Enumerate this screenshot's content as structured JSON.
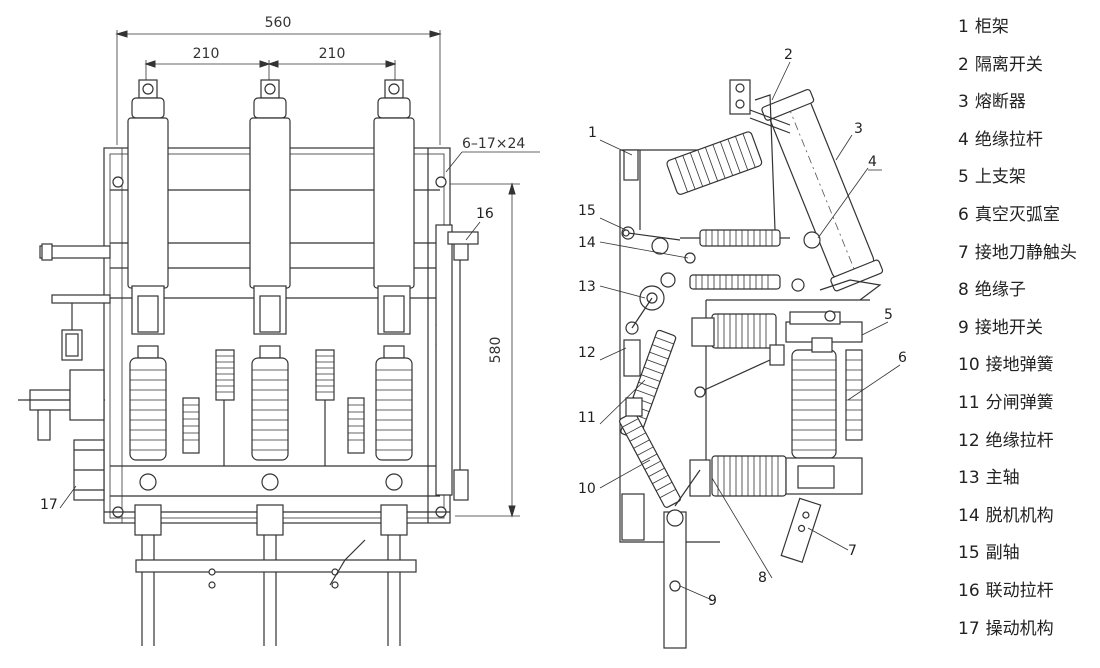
{
  "dimensions": {
    "overall_width": "560",
    "phase_spacing_left": "210",
    "phase_spacing_right": "210",
    "height": "580",
    "mounting_holes": "6–17×24"
  },
  "callouts": [
    "1",
    "2",
    "3",
    "4",
    "5",
    "6",
    "7",
    "8",
    "9",
    "10",
    "11",
    "12",
    "13",
    "14",
    "15",
    "16",
    "17"
  ],
  "legend": [
    {
      "num": "1",
      "label": "柜架"
    },
    {
      "num": "2",
      "label": "隔离开关"
    },
    {
      "num": "3",
      "label": "熔断器"
    },
    {
      "num": "4",
      "label": "绝缘拉杆"
    },
    {
      "num": "5",
      "label": "上支架"
    },
    {
      "num": "6",
      "label": "真空灭弧室"
    },
    {
      "num": "7",
      "label": "接地刀静触头"
    },
    {
      "num": "8",
      "label": "绝缘子"
    },
    {
      "num": "9",
      "label": "接地开关"
    },
    {
      "num": "10",
      "label": "接地弹簧"
    },
    {
      "num": "11",
      "label": "分闸弹簧"
    },
    {
      "num": "12",
      "label": "绝缘拉杆"
    },
    {
      "num": "13",
      "label": "主轴"
    },
    {
      "num": "14",
      "label": "脱机机构"
    },
    {
      "num": "15",
      "label": "副轴"
    },
    {
      "num": "16",
      "label": "联动拉杆"
    },
    {
      "num": "17",
      "label": "操动机构"
    }
  ]
}
